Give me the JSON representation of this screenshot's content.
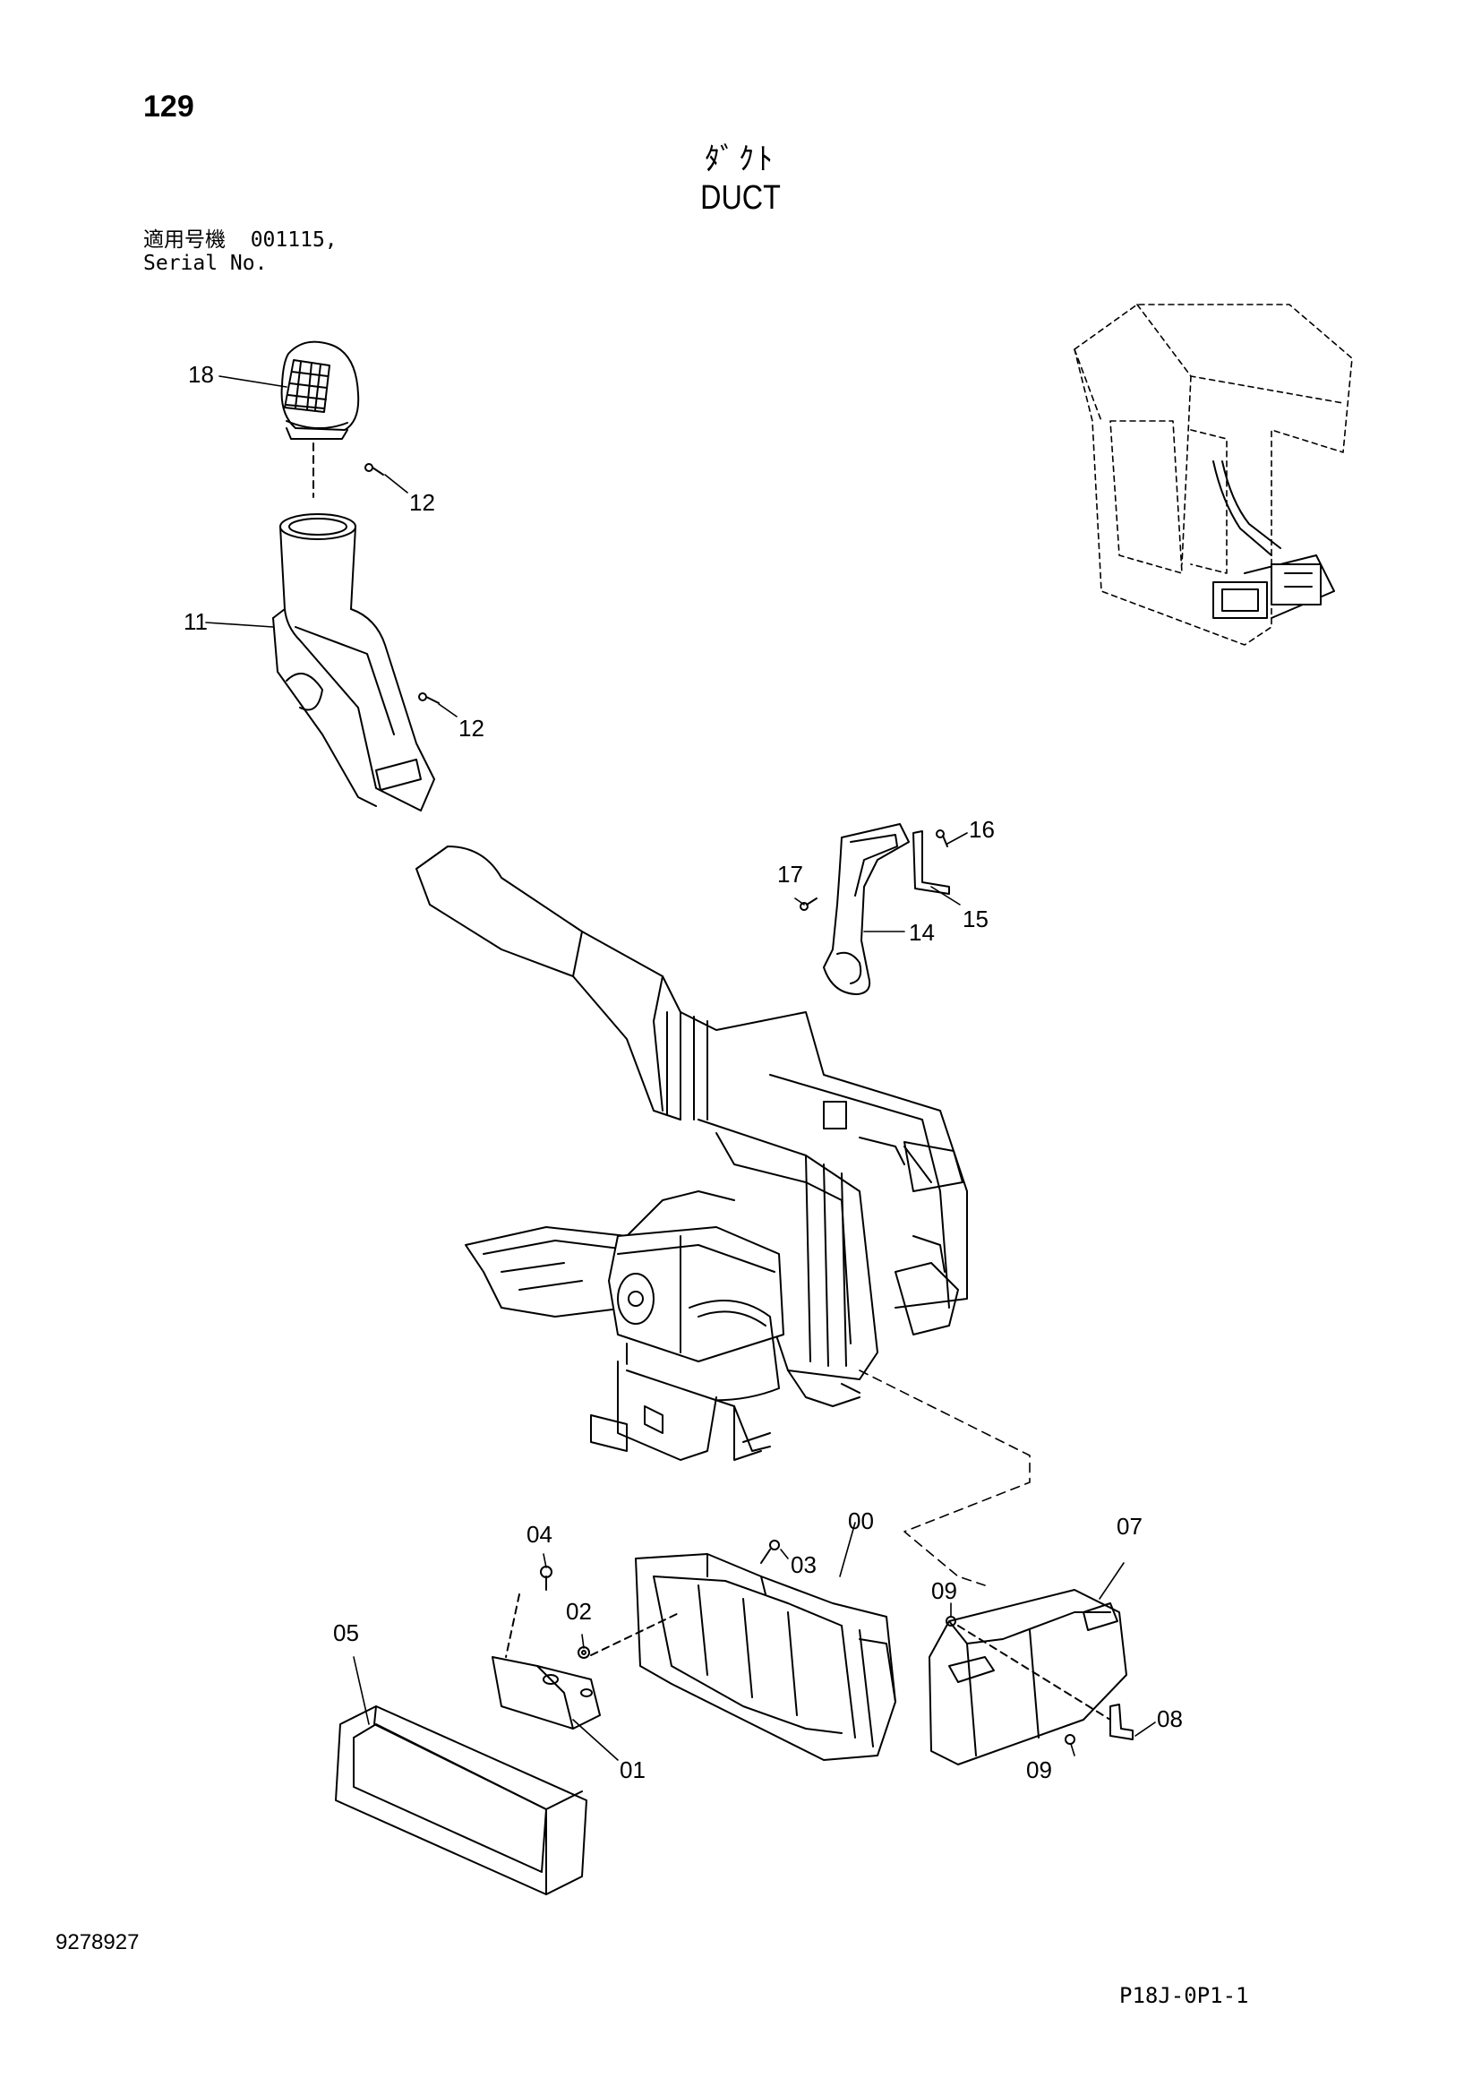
{
  "header": {
    "page_number": "129",
    "title_jp": "ﾀﾞｸﾄ",
    "title_en": "DUCT",
    "serial_label_jp": "適用号機",
    "serial_value": "001115,",
    "serial_label_en": "Serial No."
  },
  "footer": {
    "document_number": "9278927",
    "page_code": "P18J-0P1-1"
  },
  "callouts": {
    "c00": "00",
    "c01": "01",
    "c02": "02",
    "c03": "03",
    "c04": "04",
    "c05": "05",
    "c07": "07",
    "c08": "08",
    "c09a": "09",
    "c09b": "09",
    "c11": "11",
    "c12a": "12",
    "c12b": "12",
    "c14": "14",
    "c15": "15",
    "c16": "16",
    "c17": "17",
    "c18": "18"
  }
}
